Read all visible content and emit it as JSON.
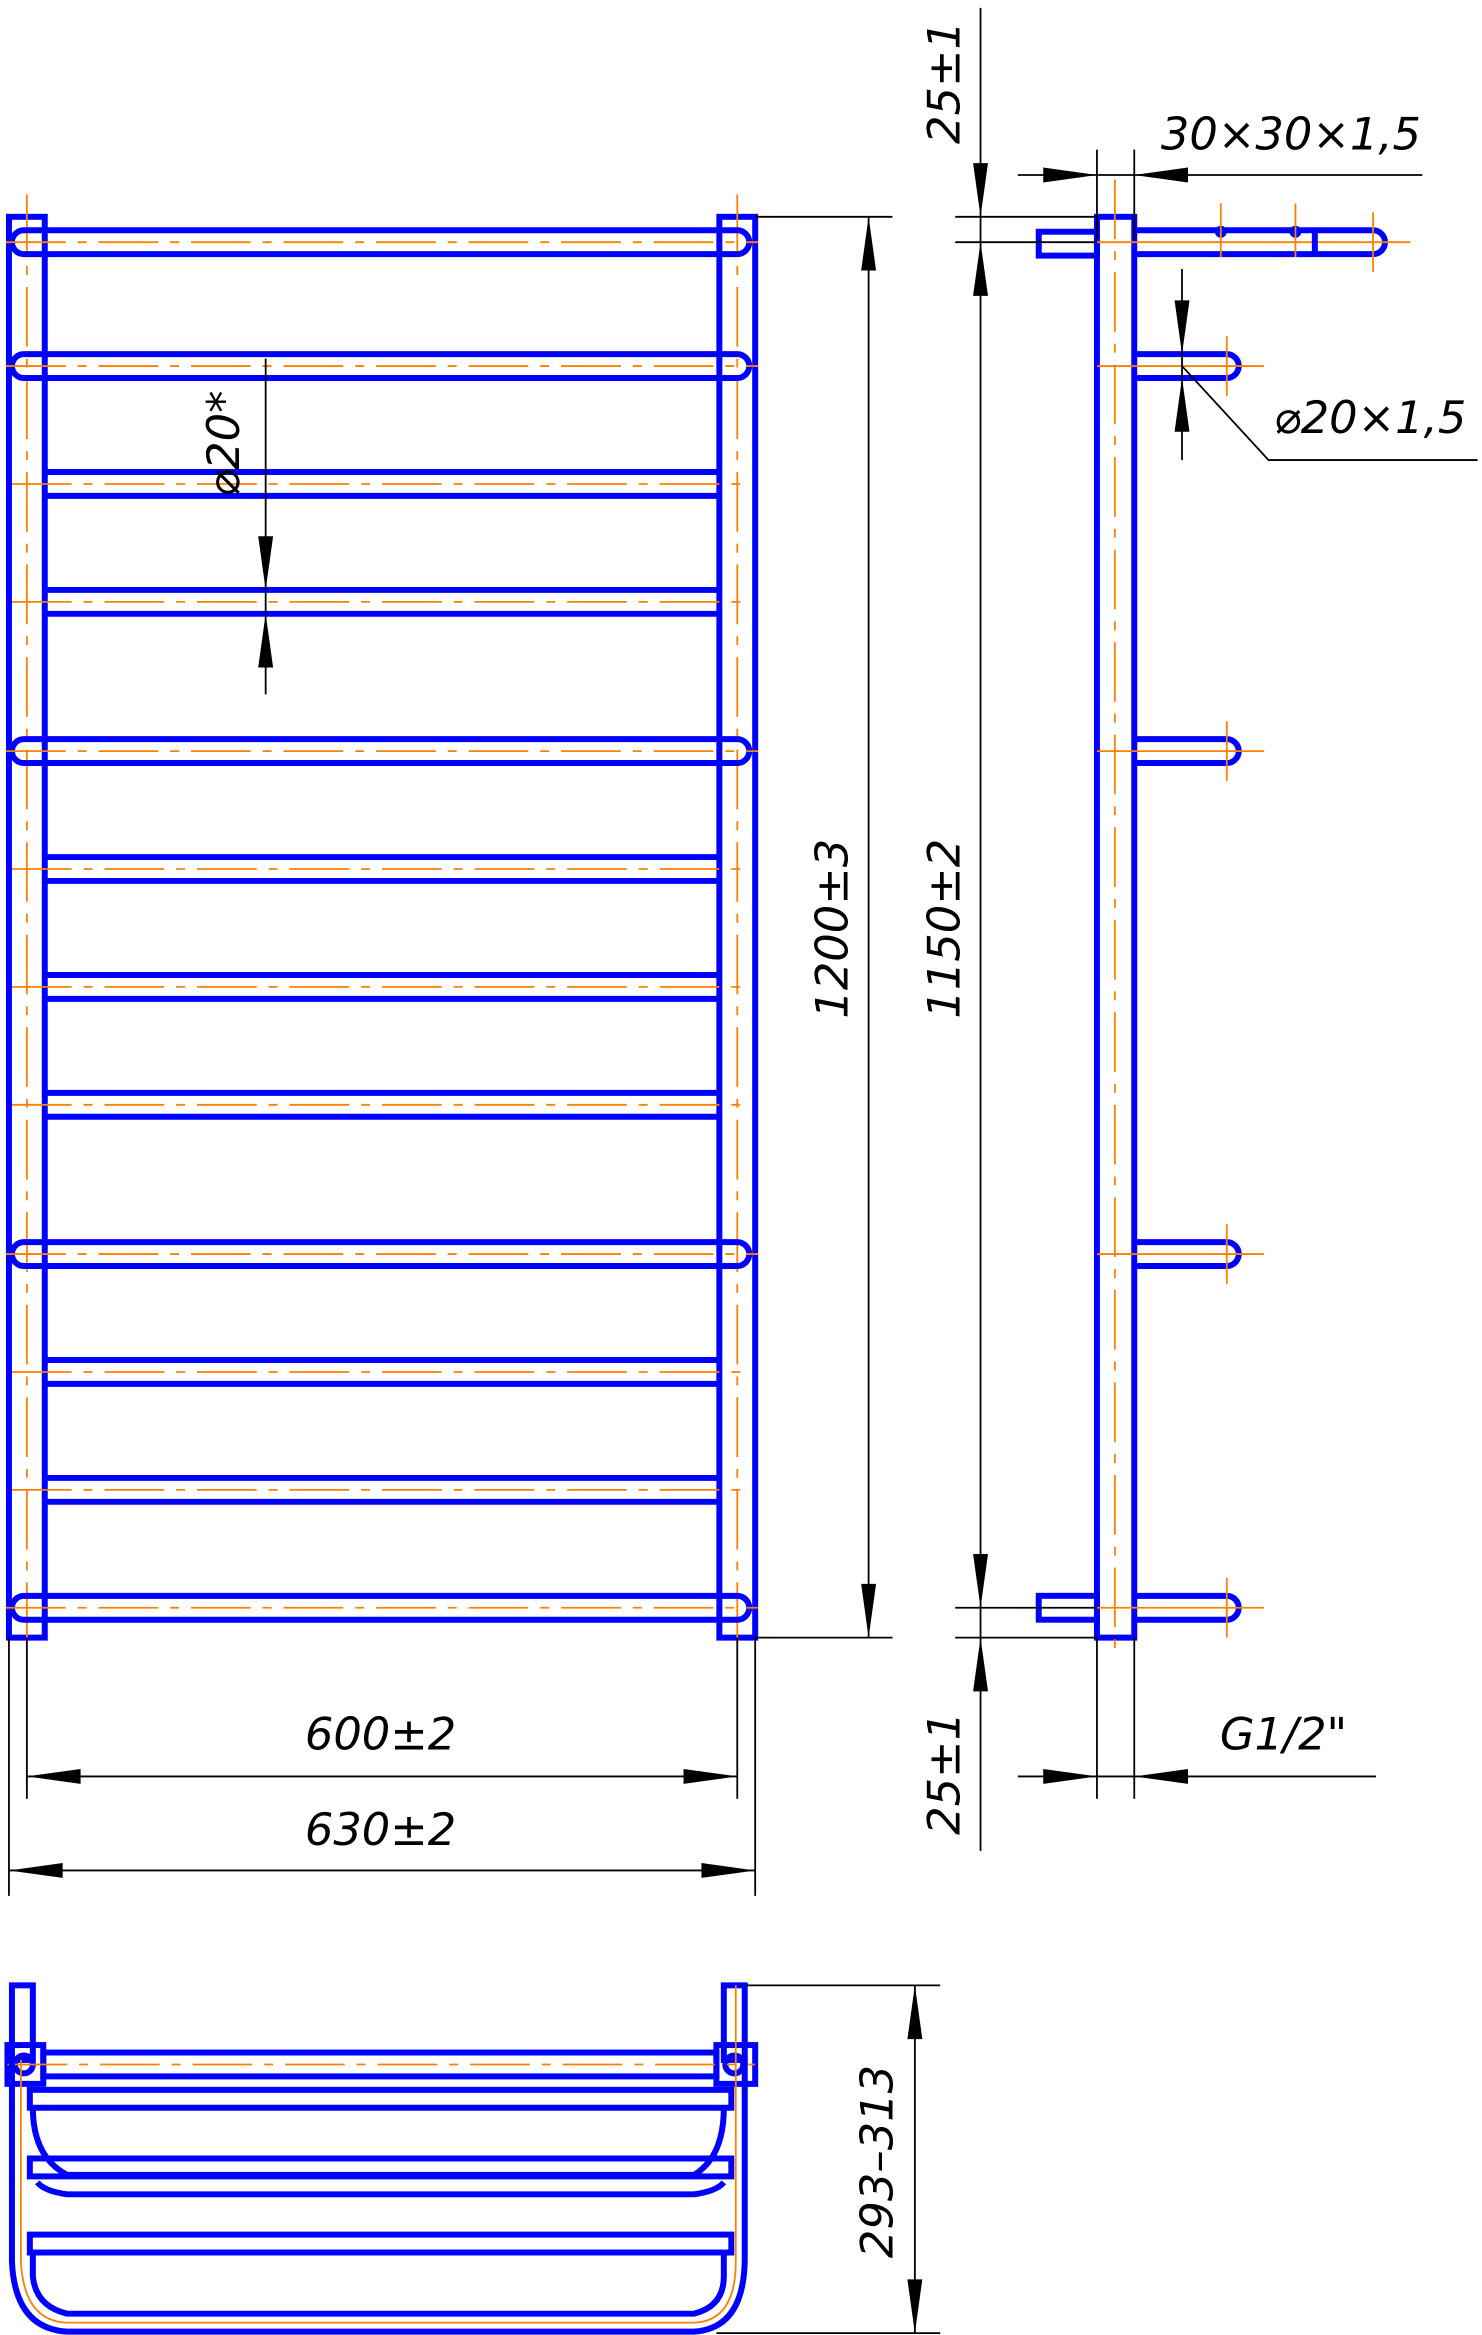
{
  "dimensions": {
    "height_total": "1200±3",
    "height_centers": "1150±2",
    "offset_top": "25±1",
    "offset_bottom": "25±1",
    "width_centers": "600±2",
    "width_total": "630±2",
    "profile": "30×30×1,5",
    "rail_tube": "⌀20×1,5",
    "rail_diameter": "⌀20*",
    "thread": "G1/2\"",
    "depth": "293–313"
  },
  "colors": {
    "outline": "#0000ff",
    "centerline": "#ff8000",
    "dimension": "#000000"
  }
}
